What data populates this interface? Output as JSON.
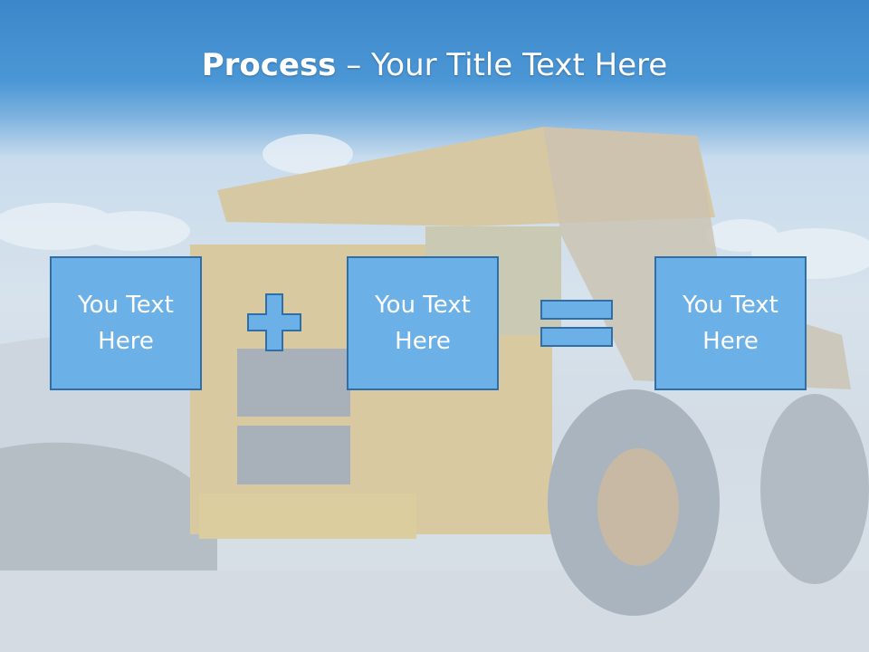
{
  "slide": {
    "title_bold": "Process",
    "title_rest": " – Your Title Text Here",
    "boxes": [
      {
        "text": "You Text\nHere"
      },
      {
        "text": "You Text\nHere"
      },
      {
        "text": "You Text\nHere"
      }
    ],
    "colors": {
      "box_fill": "#6cb0e8",
      "box_border": "#2f6ea6",
      "header": "#3c87c9"
    }
  }
}
